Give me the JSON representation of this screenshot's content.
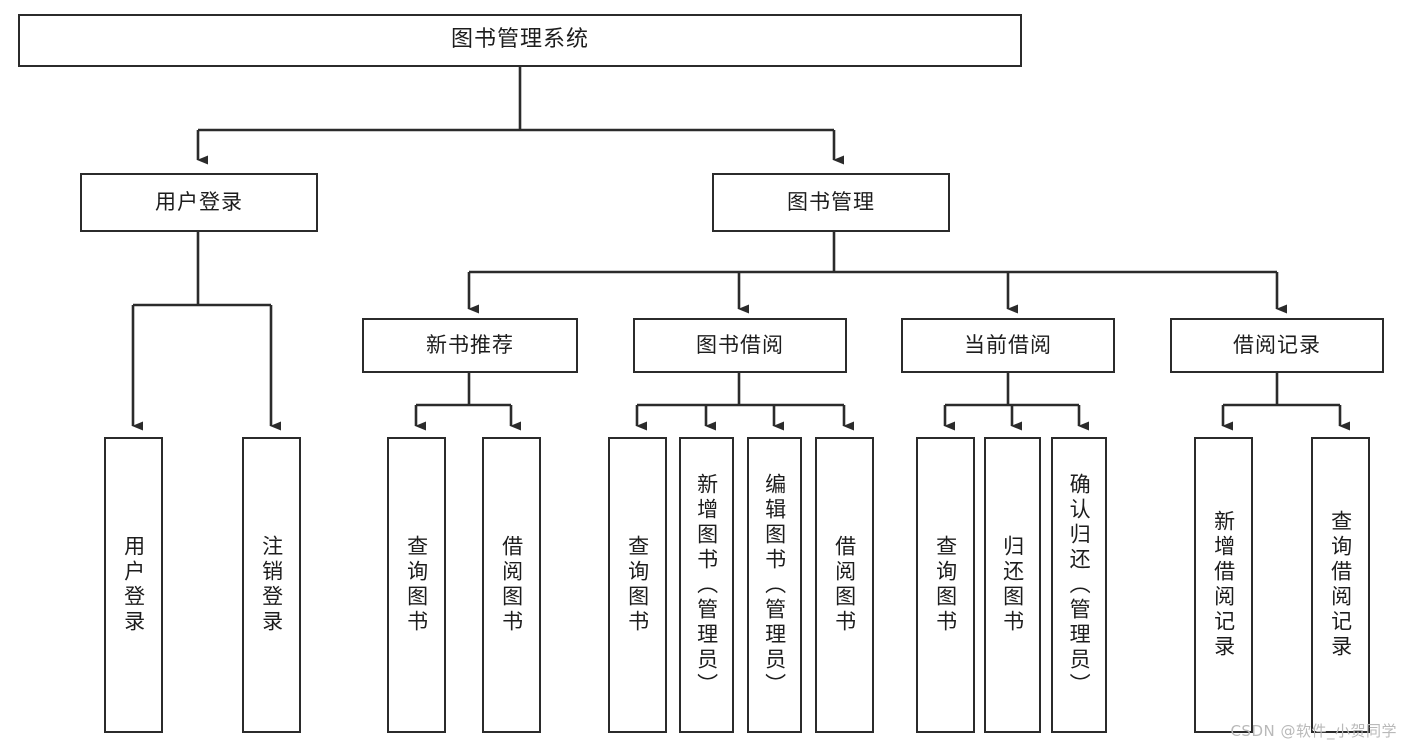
{
  "diagram": {
    "title": "图书管理系统",
    "background_color": "#ffffff",
    "stroke_color": "#2b2b2b",
    "text_color": "#1d1d1d",
    "root": {
      "label": "图书管理系统"
    },
    "level2": [
      {
        "label": "用户登录"
      },
      {
        "label": "图书管理"
      }
    ],
    "level3": [
      {
        "label": "新书推荐"
      },
      {
        "label": "图书借阅"
      },
      {
        "label": "当前借阅"
      },
      {
        "label": "借阅记录"
      }
    ],
    "leaves": [
      {
        "label": "用户登录",
        "parent": "用户登录"
      },
      {
        "label": "注销登录",
        "parent": "用户登录"
      },
      {
        "label": "查询图书",
        "parent": "新书推荐"
      },
      {
        "label": "借阅图书",
        "parent": "新书推荐"
      },
      {
        "label": "查询图书",
        "parent": "图书借阅"
      },
      {
        "label": "新增图书（管理员）",
        "parent": "图书借阅"
      },
      {
        "label": "编辑图书（管理员）",
        "parent": "图书借阅"
      },
      {
        "label": "借阅图书",
        "parent": "图书借阅"
      },
      {
        "label": "查询图书",
        "parent": "当前借阅"
      },
      {
        "label": "归还图书",
        "parent": "当前借阅"
      },
      {
        "label": "确认归还（管理员）",
        "parent": "当前借阅"
      },
      {
        "label": "新增借阅记录",
        "parent": "借阅记录"
      },
      {
        "label": "查询借阅记录",
        "parent": "借阅记录"
      }
    ]
  },
  "watermark": {
    "text": "CSDN @软件_小贺同学"
  }
}
